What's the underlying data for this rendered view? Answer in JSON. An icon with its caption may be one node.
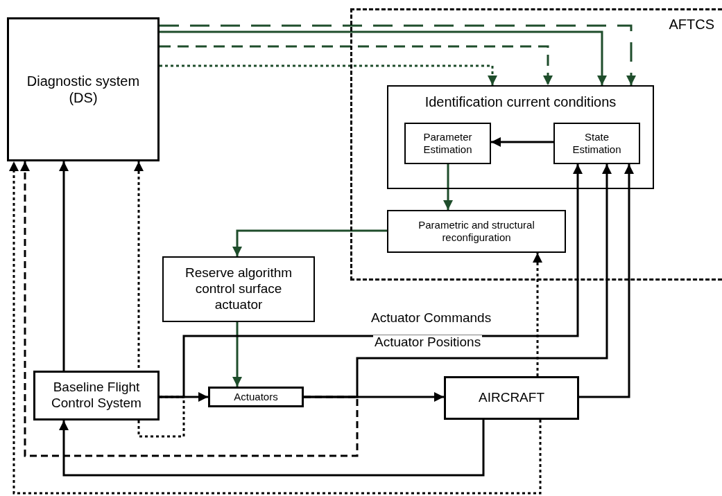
{
  "diagram": {
    "nodes": [
      {
        "text": [
          "Diagnostic system (DS)"
        ]
      },
      {
        "text": [
          "AFTCS"
        ]
      },
      {
        "text": [
          "Identification current conditions"
        ],
        "in": 1
      },
      {
        "text": [
          "Parameter Estimation"
        ],
        "in": 2
      },
      {
        "text": [
          "State Estimation"
        ],
        "in": 2
      },
      {
        "text": [
          "Parametric and structural reconfiguration"
        ],
        "in": 1
      },
      {
        "text": [
          "Reserve algorithm control surface actuator"
        ]
      },
      {
        "text": [
          "Baseline Flight Control System"
        ]
      },
      {
        "text": [
          "Actuators"
        ]
      },
      {
        "text": [
          "AIRCRAFT"
        ]
      }
    ],
    "edges": [
      {
        "from": 0,
        "to": 2,
        "arrow": "to",
        "style": "dashed",
        "color": "#1e4d2b"
      },
      {
        "from": 0,
        "to": 2,
        "arrow": "to",
        "color": "#1e4d2b"
      },
      {
        "from": 0,
        "to": 2,
        "arrow": "to",
        "style": "dashed",
        "color": "#1e4d2b"
      },
      {
        "from": 0,
        "to": 2,
        "arrow": "to",
        "style": "dashed",
        "color": "#1e4d2b"
      },
      {
        "from": 4,
        "to": 3,
        "arrow": "to"
      },
      {
        "from": 3,
        "to": 5,
        "arrow": "to",
        "color": "#1e4d2b"
      },
      {
        "from": 5,
        "to": 6,
        "arrow": "to",
        "color": "#1e4d2b"
      },
      {
        "from": 6,
        "to": 8,
        "arrow": "to",
        "color": "#1e4d2b"
      },
      {
        "from": 7,
        "to": 8,
        "arrow": "to"
      },
      {
        "from": 8,
        "to": 9,
        "arrow": "to"
      },
      {
        "from": 9,
        "to": 4,
        "arrow": "to"
      },
      {
        "from": 7,
        "to": 4,
        "arrow": "to",
        "label": "Actuator Commands"
      },
      {
        "from": 8,
        "to": 4,
        "arrow": "to",
        "label": "Actuator Positions"
      },
      {
        "from": 7,
        "to": 0,
        "arrow": "to"
      },
      {
        "from": 7,
        "to": 0,
        "arrow": "to",
        "style": "dashed"
      },
      {
        "from": 8,
        "to": 0,
        "arrow": "to",
        "style": "dashed"
      },
      {
        "from": 9,
        "to": 7,
        "arrow": "to"
      },
      {
        "from": 9,
        "to": 0,
        "arrow": "to",
        "style": "dashed"
      },
      {
        "from": 9,
        "to": 5,
        "arrow": "to",
        "style": "dashed"
      }
    ]
  }
}
